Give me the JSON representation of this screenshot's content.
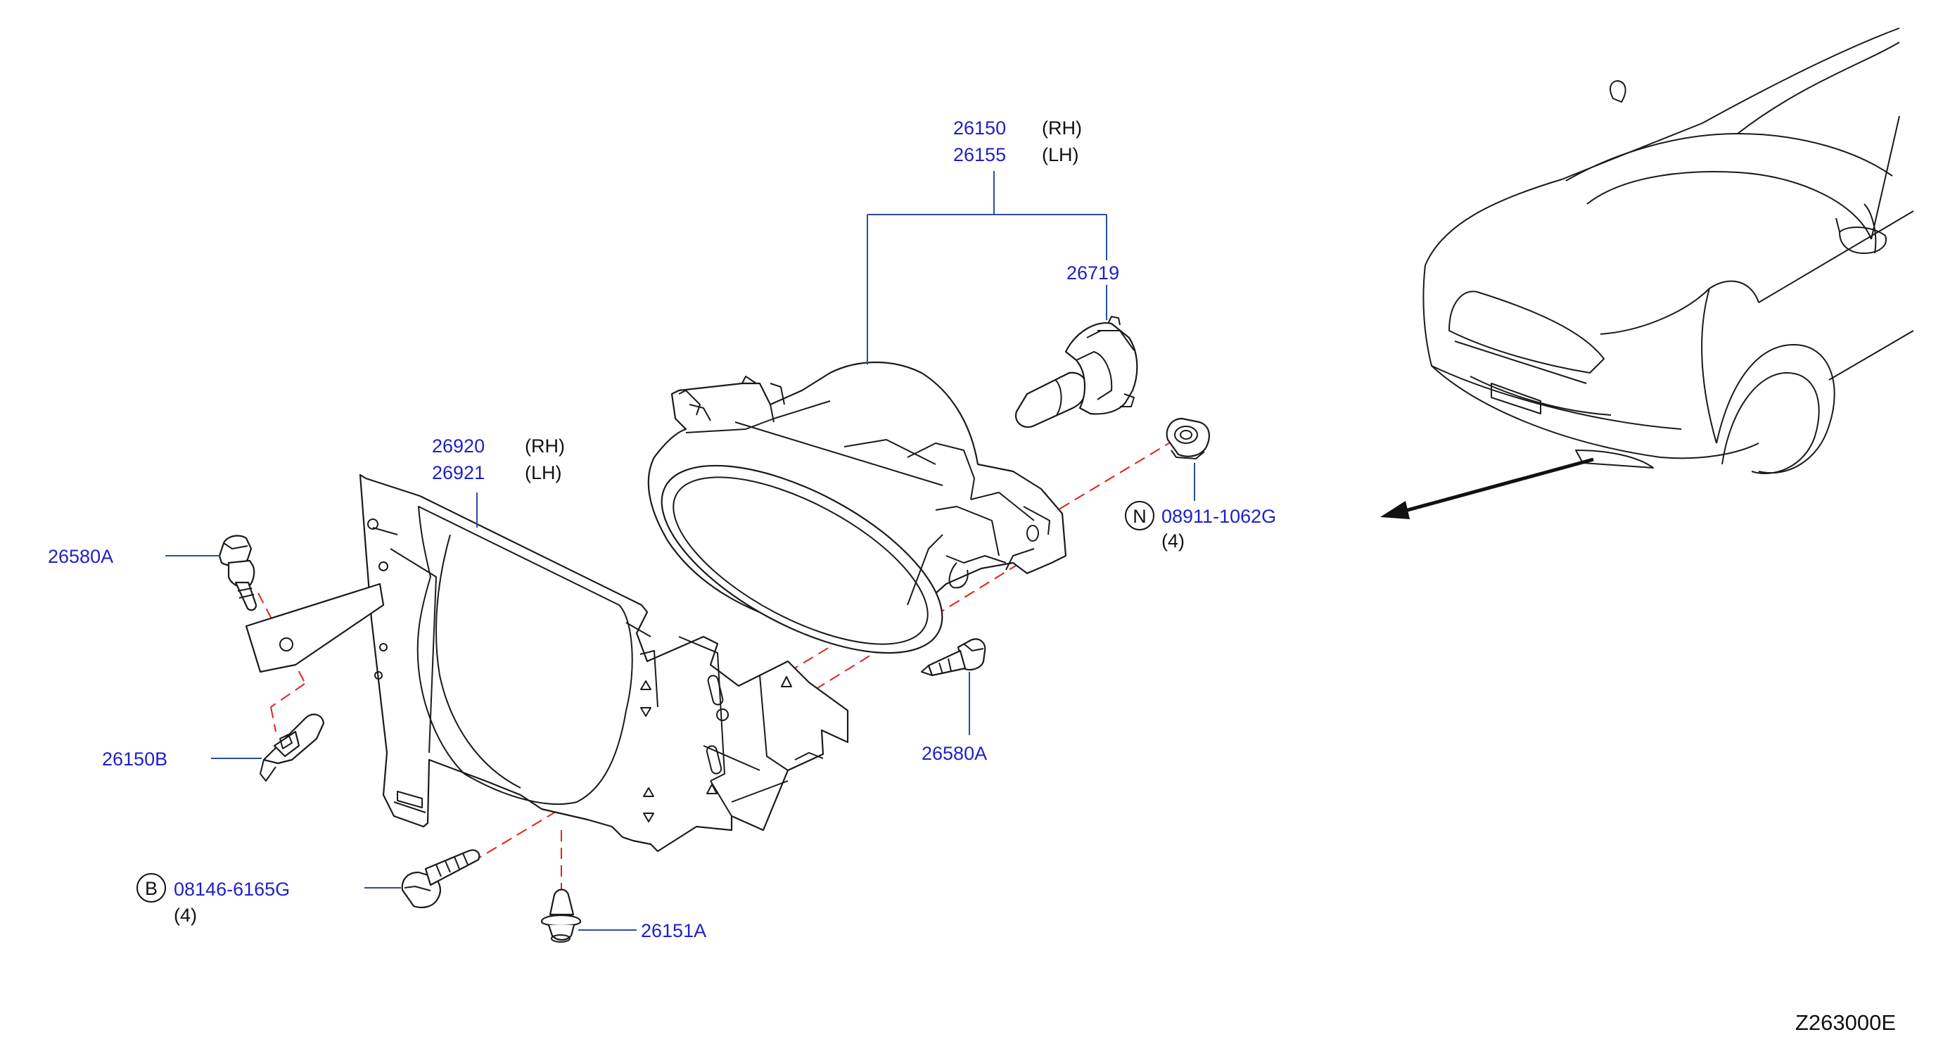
{
  "diagram": {
    "reference_code": "Z263000E",
    "colors": {
      "part_number": "#1f1fc8",
      "leader": "#2a4f9a",
      "dashed": "#e0221c",
      "line": "#1a1a1a"
    },
    "callouts": {
      "fog_lamp_rh": {
        "number": "26150",
        "side": "(RH)"
      },
      "fog_lamp_lh": {
        "number": "26155",
        "side": "(LH)"
      },
      "bulb": {
        "number": "26719"
      },
      "bracket_rh": {
        "number": "26920",
        "side": "(RH)"
      },
      "bracket_lh": {
        "number": "26921",
        "side": "(LH)"
      },
      "screw_top": {
        "number": "26580A"
      },
      "clip": {
        "number": "26150B"
      },
      "screw_right": {
        "number": "26580A"
      },
      "nut": {
        "symbol": "N",
        "number": "08911-1062G",
        "qty": "(4)"
      },
      "bolt": {
        "symbol": "B",
        "number": "08146-6165G",
        "qty": "(4)"
      },
      "grommet": {
        "number": "26151A"
      }
    }
  }
}
